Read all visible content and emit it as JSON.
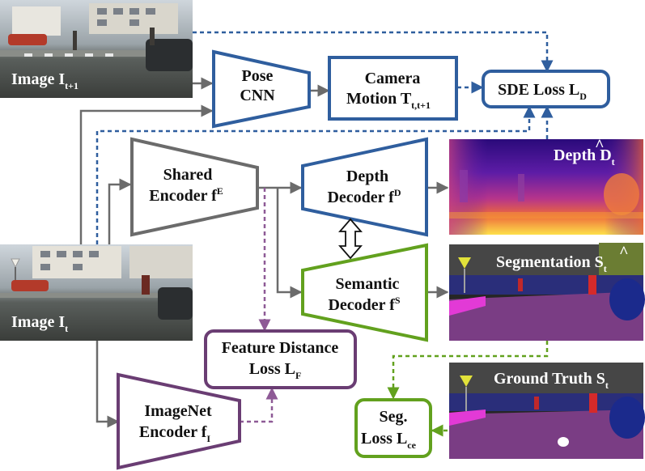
{
  "colors": {
    "blue": "#2f5e9e",
    "gray": "#6b6b6b",
    "green": "#62a11e",
    "purple": "#6a3d73",
    "dotted_purple": "#8e5a96"
  },
  "nodes": {
    "image_t1": {
      "text": "Image I",
      "sub": "t+1"
    },
    "image_t": {
      "text": "Image I",
      "sub": "t"
    },
    "pose_cnn": {
      "line1": "Pose",
      "line2": "CNN"
    },
    "camera_motion": {
      "line1": "Camera",
      "line2": "Motion T",
      "sub": "t,t+1"
    },
    "sde_loss": {
      "text": "SDE Loss L",
      "sub": "D"
    },
    "shared_encoder": {
      "line1": "Shared",
      "line2": "Encoder f",
      "sup": "E"
    },
    "depth_decoder": {
      "line1": "Depth",
      "line2": "Decoder f",
      "sup": "D"
    },
    "semantic_decoder": {
      "line1": "Semantic",
      "line2": "Decoder f",
      "sup": "S"
    },
    "depth_out": {
      "text": "Depth D",
      "sub": "t"
    },
    "segmentation_out": {
      "text": "Segmentation S",
      "sub": "t"
    },
    "ground_truth": {
      "text": "Ground Truth S",
      "sub": "t"
    },
    "feature_distance": {
      "line1": "Feature Distance",
      "line2": "Loss L",
      "sub": "F"
    },
    "imagenet_encoder": {
      "line1": "ImageNet",
      "line2": "Encoder f",
      "sub": "I"
    },
    "seg_loss": {
      "line1": "Seg.",
      "line2": "Loss L",
      "sub": "ce"
    }
  }
}
